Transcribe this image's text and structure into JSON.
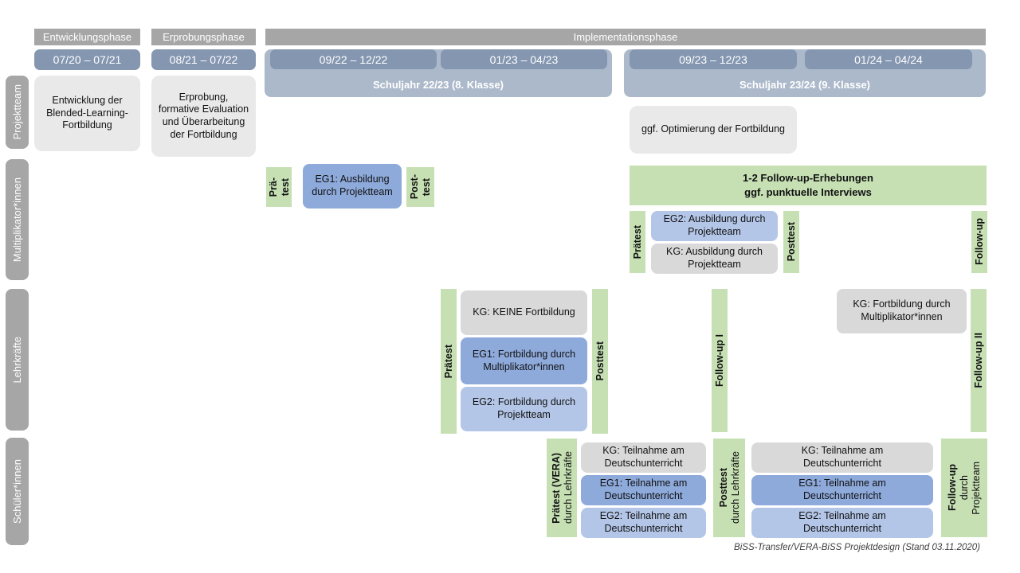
{
  "colors": {
    "phase_gray": "#a6a6a6",
    "date_blue": "#8496b0",
    "year_blue": "#acb9ca",
    "green": "#c6e0b4",
    "blue_mid": "#8eaadb",
    "blue_light": "#b4c6e7",
    "gray_box": "#d9d9d9",
    "light_box": "#e9e9e9"
  },
  "header": {
    "phases": [
      "Entwicklungsphase",
      "Erprobungsphase",
      "Implementationsphase"
    ],
    "date_ranges": [
      "07/20 – 07/21",
      "08/21 – 07/22",
      "09/22 – 12/22",
      "01/23 – 04/23",
      "09/23 – 12/23",
      "01/24 – 04/24"
    ],
    "school_years": [
      "Schuljahr 22/23 (8. Klasse)",
      "Schuljahr 23/24 (9. Klasse)"
    ]
  },
  "row_labels": [
    "Projektteam",
    "Multiplikator*innen",
    "Lehrkräfte",
    "Schüler*innen"
  ],
  "projektteam_row": {
    "entwicklung_box": "Entwicklung der Blended-Learning-Fortbildung",
    "erprobung_box": "Erprobung, formative Evaluation und Überarbeitung der Fortbildung",
    "optimierung_box": "ggf. Optimierung der Fortbildung"
  },
  "multiplikator_row": {
    "praetest_1": [
      "Prä-",
      "test"
    ],
    "eg1_box": "EG1: Ausbildung durch Projektteam",
    "posttest_1": [
      "Post-",
      "test"
    ],
    "followup_banner": [
      "1-2 Follow-up-Erhebungen",
      "ggf. punktuelle Interviews"
    ],
    "praetest_2": "Prätest",
    "eg2_box": "EG2: Ausbildung durch Projektteam",
    "kg_box": "KG: Ausbildung durch Projektteam",
    "posttest_2": "Posttest",
    "followup": "Follow-up"
  },
  "lehrkraefte_row": {
    "praetest": "Prätest",
    "kg_box": "KG: KEINE Fortbildung",
    "eg1_box": "EG1: Fortbildung durch Multiplikator*innen",
    "eg2_box": "EG2: Fortbildung durch Projektteam",
    "posttest": "Posttest",
    "followup_1": "Follow-up I",
    "kg_late_box": "KG: Fortbildung durch Multiplikator*innen",
    "followup_2": "Follow-up II"
  },
  "schueler_row": {
    "praetest_label": "Prätest (VERA)",
    "praetest_sub": "durch Lehrkräfte",
    "kg_box_1": "KG: Teilnahme am Deutschunterricht",
    "eg1_box_1": "EG1: Teilnahme am Deutschunterricht",
    "eg2_box_1": "EG2: Teilnahme am Deutschunterricht",
    "posttest_label": "Posttest",
    "posttest_sub": "durch Lehrkräfte",
    "kg_box_2": "KG: Teilnahme am Deutschunterricht",
    "eg1_box_2": "EG1: Teilnahme am Deutschunterricht",
    "eg2_box_2": "EG2: Teilnahme am Deutschunterricht",
    "followup_label": "Follow-up",
    "followup_sub_1": "durch",
    "followup_sub_2": "Projektteam"
  },
  "footer": {
    "caption": "BiSS-Transfer/VERA-BiSS Projektdesign (Stand 03.11.2020)"
  }
}
